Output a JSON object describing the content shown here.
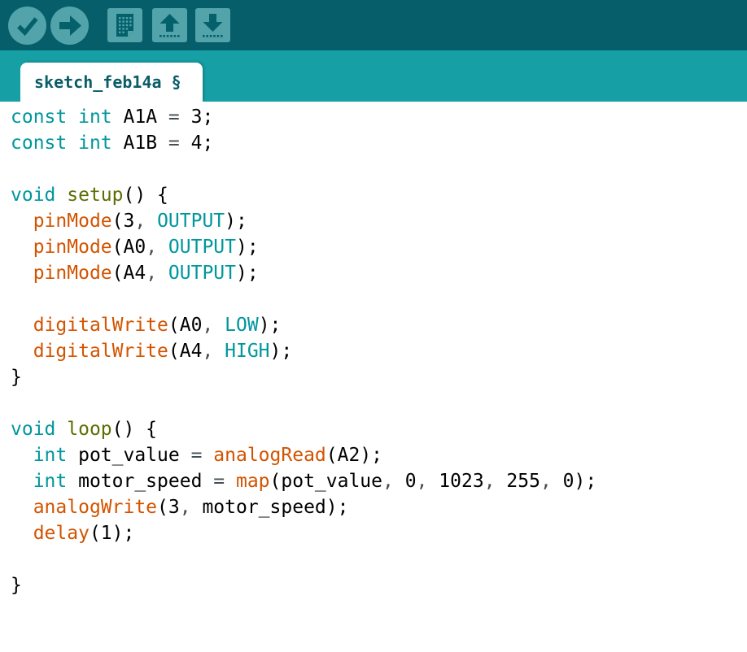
{
  "colors": {
    "toolbar_bg": "#055E69",
    "strip_bg": "#16A0A6",
    "button_fill": "#52A3AA",
    "icon": "#04606B",
    "tab_text": "#0A5C66",
    "syntax_keyword": "#00979C",
    "syntax_structure": "#5E6D03",
    "syntax_function": "#D35400",
    "syntax_operator": "#434F54",
    "syntax_plain": "#000000"
  },
  "toolbar": {
    "buttons": [
      {
        "name": "verify",
        "icon": "check-icon"
      },
      {
        "name": "upload",
        "icon": "right-arrow-icon"
      },
      {
        "name": "new-sketch",
        "icon": "document-icon"
      },
      {
        "name": "open",
        "icon": "up-arrow-icon"
      },
      {
        "name": "save",
        "icon": "down-arrow-icon"
      }
    ]
  },
  "tab": {
    "label": "sketch_feb14a §"
  },
  "editor": {
    "lines": [
      [
        [
          "k",
          "const"
        ],
        [
          "p",
          " "
        ],
        [
          "k",
          "int"
        ],
        [
          "p",
          " A1A "
        ],
        [
          "o",
          "="
        ],
        [
          "p",
          " 3;"
        ]
      ],
      [
        [
          "k",
          "const"
        ],
        [
          "p",
          " "
        ],
        [
          "k",
          "int"
        ],
        [
          "p",
          " A1B "
        ],
        [
          "o",
          "="
        ],
        [
          "p",
          " 4;"
        ]
      ],
      [],
      [
        [
          "k",
          "void"
        ],
        [
          "p",
          " "
        ],
        [
          "s",
          "setup"
        ],
        [
          "p",
          "() {"
        ]
      ],
      [
        [
          "p",
          "  "
        ],
        [
          "f",
          "pinMode"
        ],
        [
          "p",
          "(3"
        ],
        [
          "o",
          ","
        ],
        [
          "p",
          " "
        ],
        [
          "k",
          "OUTPUT"
        ],
        [
          "p",
          ");"
        ]
      ],
      [
        [
          "p",
          "  "
        ],
        [
          "f",
          "pinMode"
        ],
        [
          "p",
          "(A0"
        ],
        [
          "o",
          ","
        ],
        [
          "p",
          " "
        ],
        [
          "k",
          "OUTPUT"
        ],
        [
          "p",
          ");"
        ]
      ],
      [
        [
          "p",
          "  "
        ],
        [
          "f",
          "pinMode"
        ],
        [
          "p",
          "(A4"
        ],
        [
          "o",
          ","
        ],
        [
          "p",
          " "
        ],
        [
          "k",
          "OUTPUT"
        ],
        [
          "p",
          ");"
        ]
      ],
      [],
      [
        [
          "p",
          "  "
        ],
        [
          "f",
          "digitalWrite"
        ],
        [
          "p",
          "(A0"
        ],
        [
          "o",
          ","
        ],
        [
          "p",
          " "
        ],
        [
          "k",
          "LOW"
        ],
        [
          "p",
          ");"
        ]
      ],
      [
        [
          "p",
          "  "
        ],
        [
          "f",
          "digitalWrite"
        ],
        [
          "p",
          "(A4"
        ],
        [
          "o",
          ","
        ],
        [
          "p",
          " "
        ],
        [
          "k",
          "HIGH"
        ],
        [
          "p",
          ");"
        ]
      ],
      [
        [
          "p",
          "}"
        ]
      ],
      [],
      [
        [
          "k",
          "void"
        ],
        [
          "p",
          " "
        ],
        [
          "s",
          "loop"
        ],
        [
          "p",
          "() {"
        ]
      ],
      [
        [
          "p",
          "  "
        ],
        [
          "k",
          "int"
        ],
        [
          "p",
          " pot_value "
        ],
        [
          "o",
          "="
        ],
        [
          "p",
          " "
        ],
        [
          "f",
          "analogRead"
        ],
        [
          "p",
          "(A2);"
        ]
      ],
      [
        [
          "p",
          "  "
        ],
        [
          "k",
          "int"
        ],
        [
          "p",
          " motor_speed "
        ],
        [
          "o",
          "="
        ],
        [
          "p",
          " "
        ],
        [
          "f",
          "map"
        ],
        [
          "p",
          "(pot_value"
        ],
        [
          "o",
          ","
        ],
        [
          "p",
          " 0"
        ],
        [
          "o",
          ","
        ],
        [
          "p",
          " 1023"
        ],
        [
          "o",
          ","
        ],
        [
          "p",
          " 255"
        ],
        [
          "o",
          ","
        ],
        [
          "p",
          " 0);"
        ]
      ],
      [
        [
          "p",
          "  "
        ],
        [
          "f",
          "analogWrite"
        ],
        [
          "p",
          "(3"
        ],
        [
          "o",
          ","
        ],
        [
          "p",
          " motor_speed);"
        ]
      ],
      [
        [
          "p",
          "  "
        ],
        [
          "f",
          "delay"
        ],
        [
          "p",
          "(1);"
        ]
      ],
      [],
      [
        [
          "p",
          "}"
        ]
      ]
    ]
  }
}
